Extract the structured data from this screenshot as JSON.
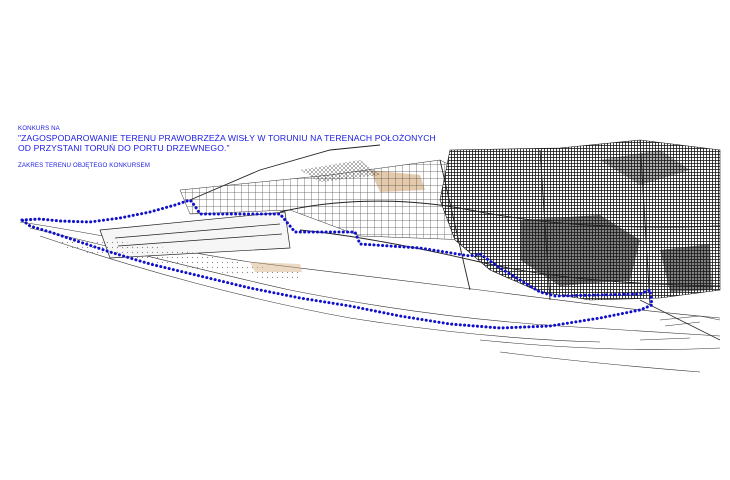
{
  "header": {
    "konkurs_label": "KONKURS NA",
    "title_line1": "\"ZAGOSPODAROWANIE TERENU PRAWOBRZEŻA WISŁY W TORUNIU NA TERENACH POŁOŻONYCH",
    "title_line2": "OD PRZYSTANI TORUŃ DO PORTU DRZEWNEGO.\"",
    "scope_label": "ZAKRES TERENU OBJĘTEGO KONKURSEM"
  },
  "colors": {
    "title_text": "#1a1ae6",
    "boundary": "#1010cc",
    "linework": "#2a2a2a",
    "background": "#ffffff",
    "sand": "#c8a070"
  }
}
